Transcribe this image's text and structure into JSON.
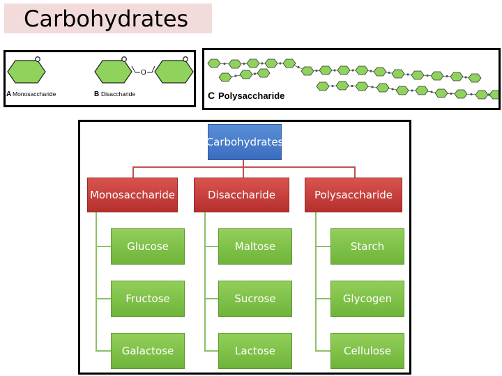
{
  "slide_title": "Carbohydrates",
  "panel_left": {
    "label_a_letter": "A",
    "label_a": "Monosaccharide",
    "label_b_letter": "B",
    "label_b": "Disaccharide",
    "oxygen": "O"
  },
  "panel_right": {
    "label_c_letter": "C",
    "label_c": "Polysaccharide"
  },
  "hierarchy": {
    "root": "Carbohydrates",
    "categories": [
      {
        "label": "Monosaccharide",
        "items": [
          "Glucose",
          "Fructose",
          "Galactose"
        ]
      },
      {
        "label": "Disaccharide",
        "items": [
          "Maltose",
          "Sucrose",
          "Lactose"
        ]
      },
      {
        "label": "Polysaccharide",
        "items": [
          "Starch",
          "Glycogen",
          "Cellulose"
        ]
      }
    ]
  },
  "colors": {
    "title_bg": "#f2dcdb",
    "root": "#4a7ec9",
    "category": "#c9403c",
    "leaf": "#7cc043",
    "hexagon": "#8fd35c"
  }
}
